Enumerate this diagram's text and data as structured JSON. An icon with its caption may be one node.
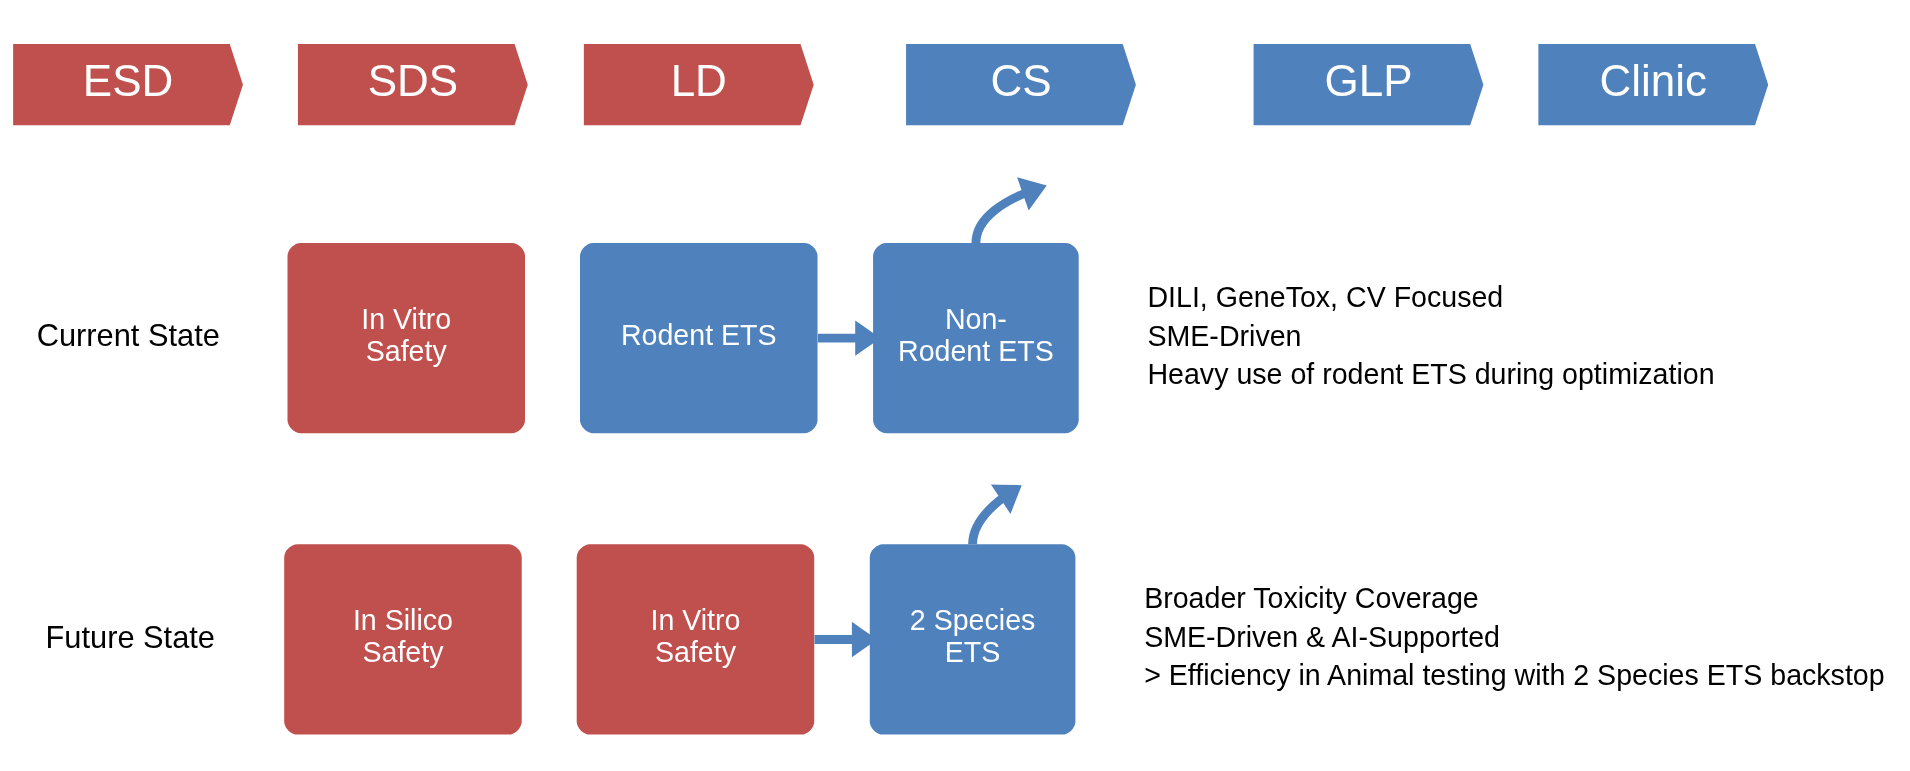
{
  "diagram": {
    "nodes": [
      {
        "text": [
          "ESD"
        ]
      },
      {
        "text": [
          "SDS"
        ]
      },
      {
        "text": [
          "LD"
        ]
      },
      {
        "text": [
          "CS"
        ]
      },
      {
        "text": [
          "GLP"
        ]
      },
      {
        "text": [
          "Clinic"
        ]
      },
      {
        "text": [
          "In Vitro Safety"
        ]
      },
      {
        "text": [
          "Rodent ETS"
        ]
      },
      {
        "text": [
          "Non- Rodent ETS"
        ]
      },
      {
        "text": [
          "In Silico Safety"
        ]
      },
      {
        "text": [
          "In Vitro Safety"
        ]
      },
      {
        "text": [
          "2 Species ETS"
        ]
      }
    ],
    "edges": [
      {
        "from": 7,
        "to": 8,
        "arrow": "to"
      },
      {
        "from": 8,
        "to": null,
        "arrow": "to"
      },
      {
        "from": 10,
        "to": 11,
        "arrow": "to"
      },
      {
        "from": 11,
        "to": null,
        "arrow": "to"
      }
    ],
    "labels": [
      "Current State",
      "DILI, GeneTox, CV Focused",
      "SME-Driven",
      "Heavy use of rodent ETS during optimization",
      "Future State",
      "Broader Toxicity Coverage",
      "SME-Driven & AI-Supported",
      "> Efficiency in Animal testing with 2 Species ETS backstop"
    ]
  }
}
